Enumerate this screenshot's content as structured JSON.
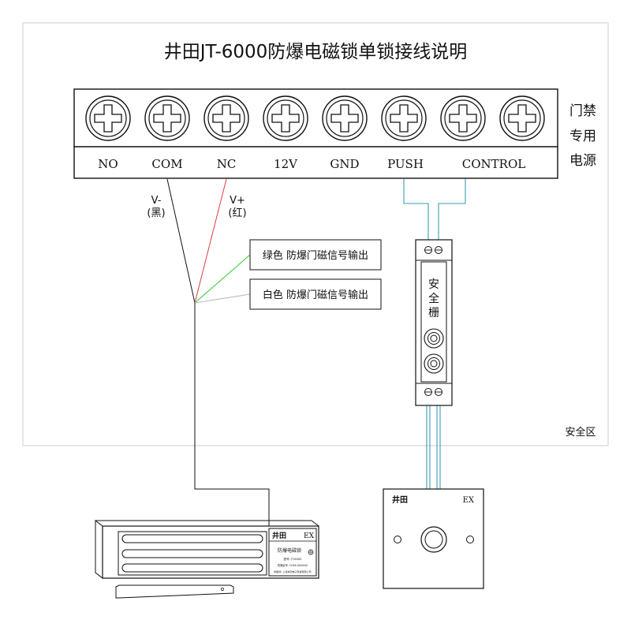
{
  "title": "井田JT-6000防爆电磁锁单锁接线说明",
  "terminal_block": {
    "labels": [
      "NO",
      "COM",
      "NC",
      "12V",
      "GND",
      "PUSH",
      "CONTROL"
    ],
    "power_label": [
      "门禁",
      "专用",
      "电源"
    ]
  },
  "wires": {
    "v_minus": "V-",
    "v_minus_color": "(黑)",
    "v_plus": "V+",
    "v_plus_color": "(红)",
    "green_output": "绿色 防爆门磁信号输出",
    "white_output": "白色 防爆门磁信号输出"
  },
  "barrier": {
    "label": [
      "安",
      "全",
      "栅"
    ]
  },
  "safe_zone_label": "安全区",
  "exit_button": {
    "brand": "井田",
    "ex_mark": "EX"
  },
  "maglock": {
    "brand": "井田",
    "ex_mark": "EX",
    "product_name": "防爆电磁锁",
    "model": "型号: JT-6000",
    "cert": "防爆证号: CHXX.XXXXXX",
    "maker": "制造商: 上海井田电子科技有限公司"
  },
  "colors": {
    "black_wire": "#111111",
    "red_wire": "#e23b3b",
    "green_wire": "#33cc33",
    "white_wire": "#b5b5b5",
    "cyan_wire": "#3a9fb3",
    "border": "#d6d6d6"
  }
}
